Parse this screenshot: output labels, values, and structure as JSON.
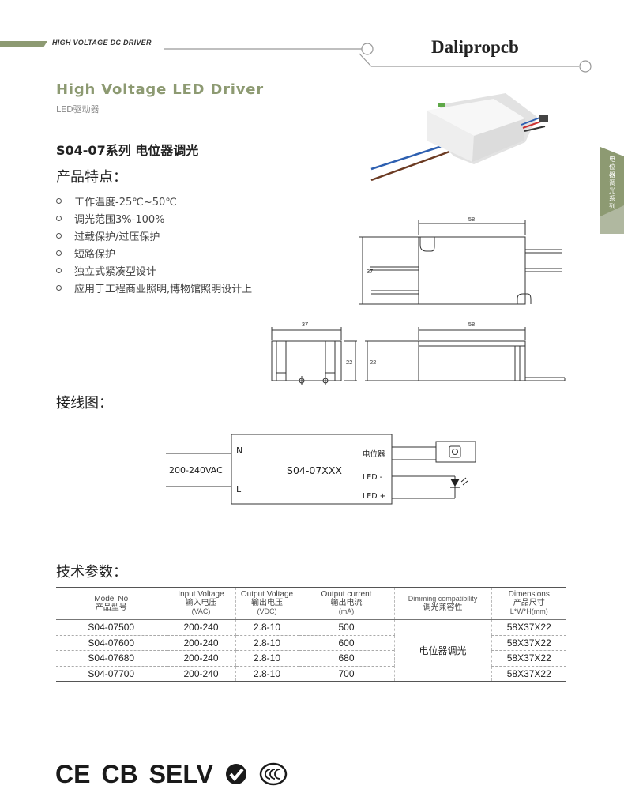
{
  "header": {
    "series_tag": "HIGH VOLTAGE DC DRIVER",
    "brand": "Dalipropcb",
    "accent": "#8d9a72"
  },
  "title": {
    "en": "High Voltage LED Driver",
    "cn": "LED驱动器"
  },
  "side_tab": {
    "text": "电位器调光系列"
  },
  "series_title": "S04-07系列 电位器调光",
  "features_title": "产品特点：",
  "features": [
    "工作温度-25℃~50℃",
    "调光范围3%-100%",
    "过载保护/过压保护",
    "短路保护",
    "独立式紧凑型设计",
    "应用于工程商业照明,博物馆照明设计上"
  ],
  "dimensions": {
    "top_width": "58",
    "top_height": "37",
    "end_width": "37",
    "end_height": "22",
    "side_width": "58",
    "side_height": "22"
  },
  "wiring_title": "接线图：",
  "wiring": {
    "input_label": "200-240VAC",
    "pin_n": "N",
    "pin_l": "L",
    "model": "S04-07XXX",
    "pot_label": "电位器",
    "led_minus": "LED -",
    "led_plus": "LED +"
  },
  "tech_title": "技术参数：",
  "table": {
    "headers": [
      {
        "en": "Model No",
        "cn": "产品型号",
        "unit": ""
      },
      {
        "en": "Input Voltage",
        "cn": "输入电压",
        "unit": "(VAC)"
      },
      {
        "en": "Output Voltage",
        "cn": "输出电压",
        "unit": "(VDC)"
      },
      {
        "en": "Output current",
        "cn": "输出电流",
        "unit": "(mA)"
      },
      {
        "en": "Dimming compatibility",
        "cn": "调光兼容性",
        "unit": ""
      },
      {
        "en": "Dimensions",
        "cn": "产品尺寸",
        "unit": "L*W*H(mm)"
      }
    ],
    "rows": [
      {
        "model": "S04-07500",
        "vin": "200-240",
        "vout": "2.8-10",
        "current": "500",
        "dims": "58X37X22"
      },
      {
        "model": "S04-07600",
        "vin": "200-240",
        "vout": "2.8-10",
        "current": "600",
        "dims": "58X37X22"
      },
      {
        "model": "S04-07680",
        "vin": "200-240",
        "vout": "2.8-10",
        "current": "680",
        "dims": "58X37X22"
      },
      {
        "model": "S04-07700",
        "vin": "200-240",
        "vout": "2.8-10",
        "current": "700",
        "dims": "58X37X22"
      }
    ],
    "dimming": "电位器调光"
  },
  "certs": [
    "CE",
    "CB",
    "SELV"
  ]
}
